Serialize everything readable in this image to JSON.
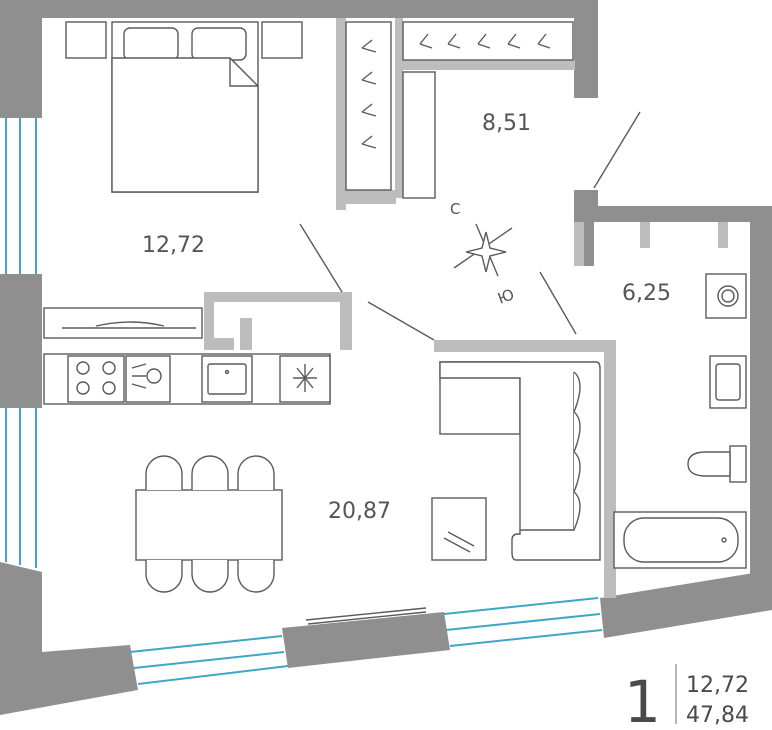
{
  "rooms": {
    "bedroom_area": "12,72",
    "closet_area": "8,51",
    "bathroom_area": "6,25",
    "living_kitchen_area": "20,87"
  },
  "compass": {
    "north_letter": "С",
    "south_letter": "Ю"
  },
  "summary": {
    "room_count": "1",
    "living_area": "12,72",
    "total_area": "47,84"
  },
  "colors": {
    "wall": "#8f8f8f",
    "partition": "#bdbdbd",
    "window": "#3fa6c8",
    "text": "#555555"
  },
  "icons": [
    "hanger-icon",
    "stove-icon",
    "dishwasher-icon",
    "sink-icon",
    "fridge-icon",
    "compass-rose-icon",
    "washing-machine-icon",
    "toilet-icon",
    "bathtub-icon",
    "pillow-icon"
  ]
}
